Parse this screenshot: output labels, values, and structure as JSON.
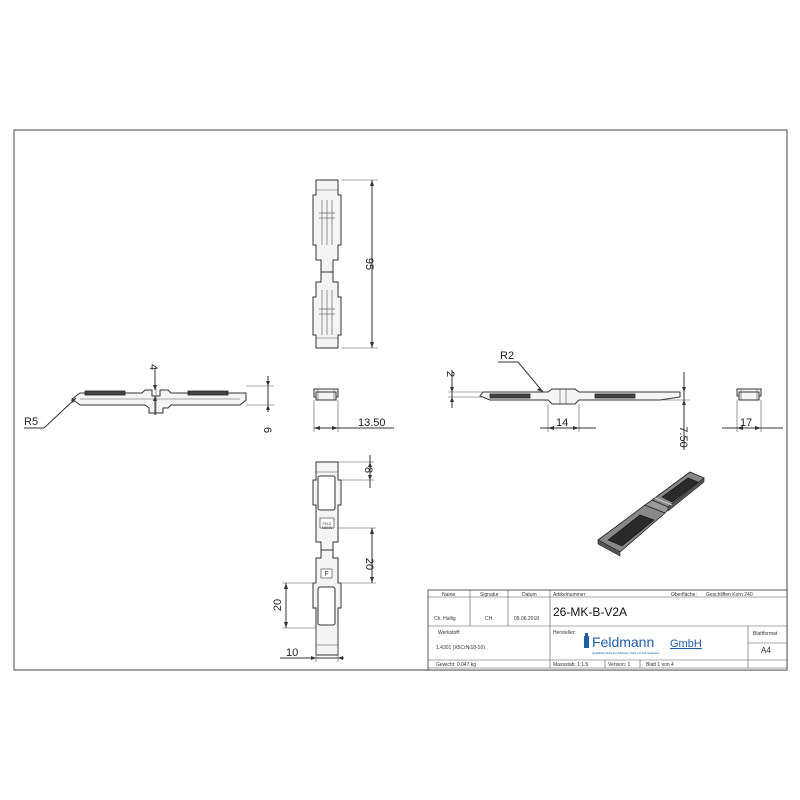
{
  "dimensions": {
    "d95": "95",
    "d4": "4",
    "r5": "R5",
    "d6": "6",
    "d13_50": "13.50",
    "r2": "R2",
    "d2": "2",
    "d14": "14",
    "d7_50": "7.50",
    "d17": "17",
    "d8": "8",
    "d20_right": "20",
    "d20_left": "20",
    "d10": "10"
  },
  "part_marks": {
    "logo_mark": "FELD\nMANN",
    "letter_mark": "F"
  },
  "title_block": {
    "headers": {
      "name": "Name",
      "signatur": "Signatur",
      "datum": "Datum",
      "artikelnummer": "Artikelnummer",
      "oberflaeche_label": "Oberfläche:",
      "oberflaeche_value": "Geschliffen Korn 240"
    },
    "drawn_by_name": "Ch. Hallig",
    "drawn_by_signature": "CH",
    "drawn_date": "05.06.2018",
    "article_number": "26-MK-B-V2A",
    "werkstoff_label": "Werkstoff:",
    "werkstoff_value": "1.4301 (X5CrNi18-10)",
    "hersteller_label": "Hersteller:",
    "company_name": "Feldmann",
    "company_suffix": "GmbH",
    "company_tagline": "Qualitätsprodukte aus Edelstahl, Stahl und Schmiedeeisen",
    "blattformat_label": "Blattformat",
    "blattformat_value": "A4",
    "gewicht": "Gewicht: 0.047 kg",
    "massstab": "Massstab: 1:1.5",
    "version": "Version:   1",
    "blatt": "Blatt 1 von 4"
  }
}
